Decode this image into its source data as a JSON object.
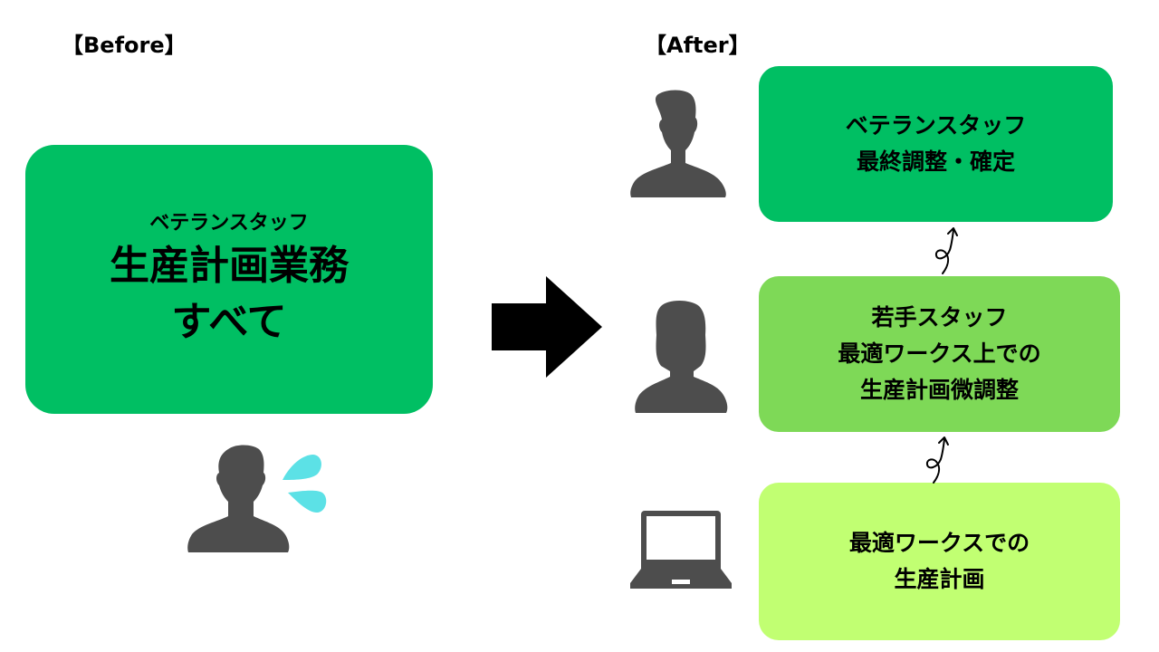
{
  "before": {
    "label": "【Before】",
    "box": {
      "color": "#00BF63",
      "lines": [
        "ベテランスタッフ",
        "生産計画業務",
        "すべて"
      ]
    },
    "person_icon": "stressed-person-icon",
    "sweat_color": "#5CE1E6"
  },
  "transition_arrow": "right-arrow-icon",
  "after": {
    "label": "【After】",
    "steps": [
      {
        "actor_icon": "male-person-icon",
        "color": "#00BF63",
        "lines": [
          "ベテランスタッフ",
          "最終調整・確定"
        ]
      },
      {
        "actor_icon": "female-person-icon",
        "color": "#7ED957",
        "lines": [
          "若手スタッフ",
          "最適ワークス上での",
          "生産計画微調整"
        ]
      },
      {
        "actor_icon": "laptop-icon",
        "color": "#C1FF72",
        "lines": [
          "最適ワークスでの",
          "生産計画"
        ]
      }
    ],
    "connector_icon": "curly-up-arrow-icon"
  },
  "icon_color": "#4D4D4D"
}
